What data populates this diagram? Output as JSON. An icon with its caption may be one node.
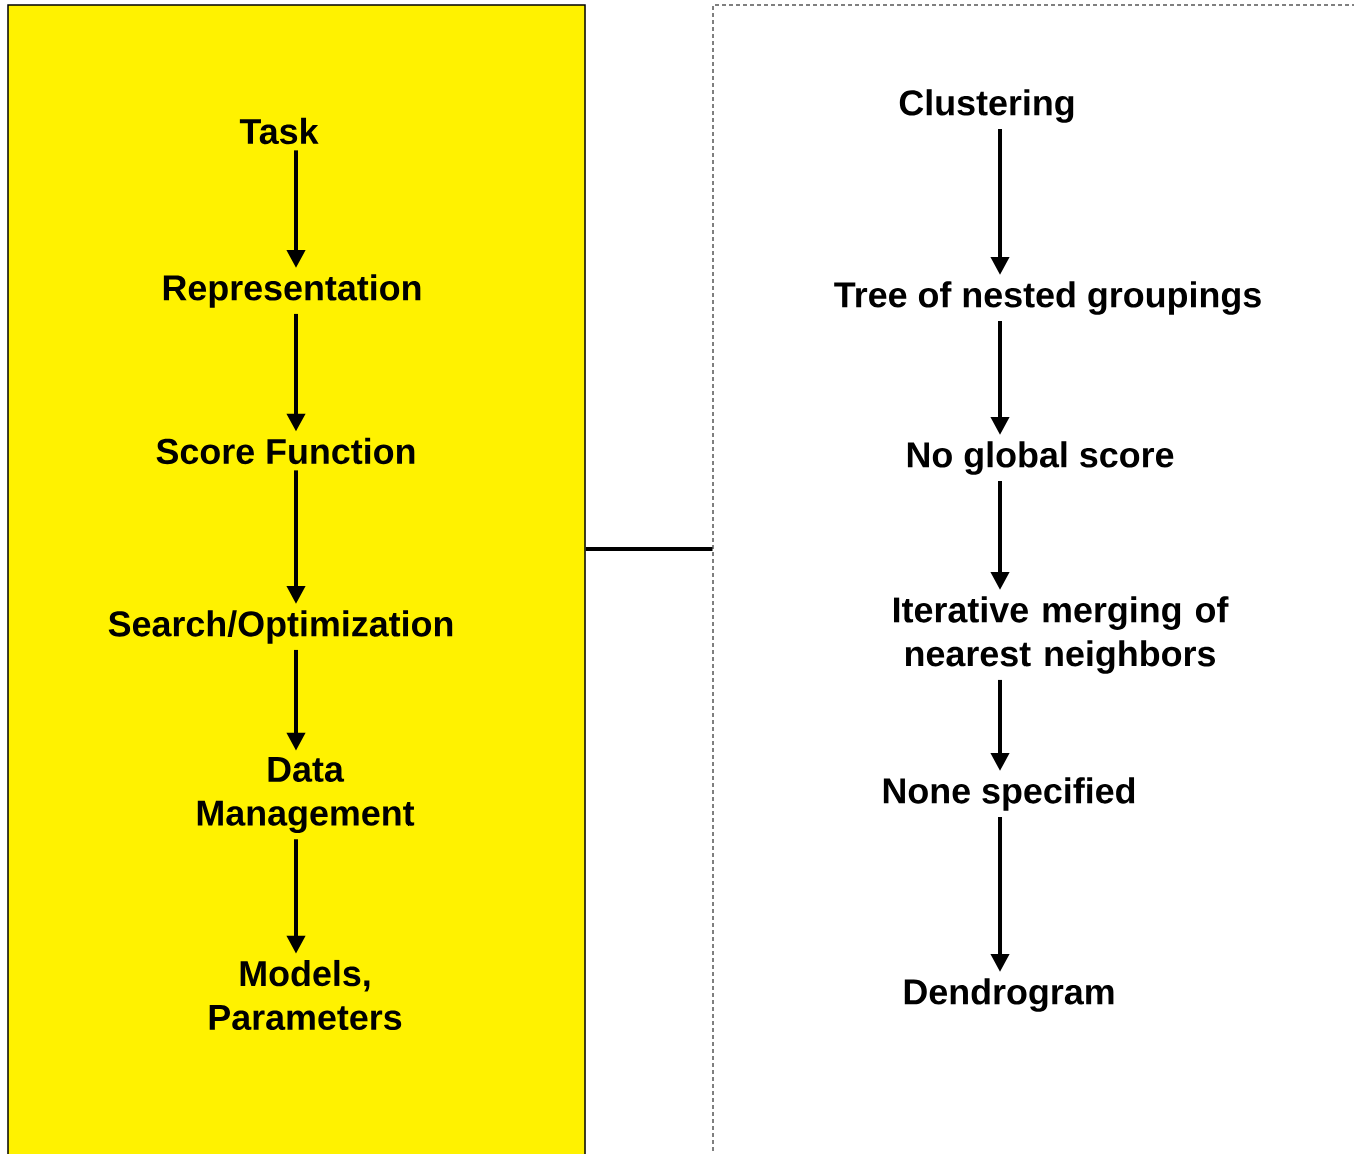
{
  "diagram": {
    "nodes": [
      {
        "text": [],
        "shape": "box"
      },
      {
        "text": [
          "Task"
        ],
        "in": 0
      },
      {
        "text": [
          "Representation"
        ],
        "in": 0
      },
      {
        "text": [
          "Score Function"
        ],
        "in": 0
      },
      {
        "text": [
          "Search/Optimization"
        ],
        "in": 0
      },
      {
        "text": [
          "Data Management"
        ],
        "in": 0
      },
      {
        "text": [
          "Models, Parameters"
        ],
        "in": 0
      },
      {
        "text": [],
        "shape": "box"
      },
      {
        "text": [
          "Clustering"
        ],
        "in": 7
      },
      {
        "text": [
          "Tree of nested groupings"
        ],
        "in": 7
      },
      {
        "text": [
          "No global score"
        ],
        "in": 7
      },
      {
        "text": [
          "Iterative merging of nearest neighbors"
        ],
        "in": 7
      },
      {
        "text": [
          "None specified"
        ],
        "in": 7
      },
      {
        "text": [
          "Dendrogram"
        ],
        "in": 7
      }
    ],
    "edges": [
      {
        "from": 1,
        "to": 2,
        "arrow": "to"
      },
      {
        "from": 2,
        "to": 3,
        "arrow": "to"
      },
      {
        "from": 3,
        "to": 4,
        "arrow": "to"
      },
      {
        "from": 4,
        "to": 5,
        "arrow": "to"
      },
      {
        "from": 5,
        "to": 6,
        "arrow": "to"
      },
      {
        "from": 8,
        "to": 9,
        "arrow": "to"
      },
      {
        "from": 9,
        "to": 10,
        "arrow": "to"
      },
      {
        "from": 10,
        "to": 11,
        "arrow": "to"
      },
      {
        "from": 11,
        "to": 12,
        "arrow": "to"
      },
      {
        "from": 12,
        "to": 13,
        "arrow": "to"
      },
      {
        "from": 0,
        "to": 7,
        "arrow": "none"
      }
    ]
  }
}
